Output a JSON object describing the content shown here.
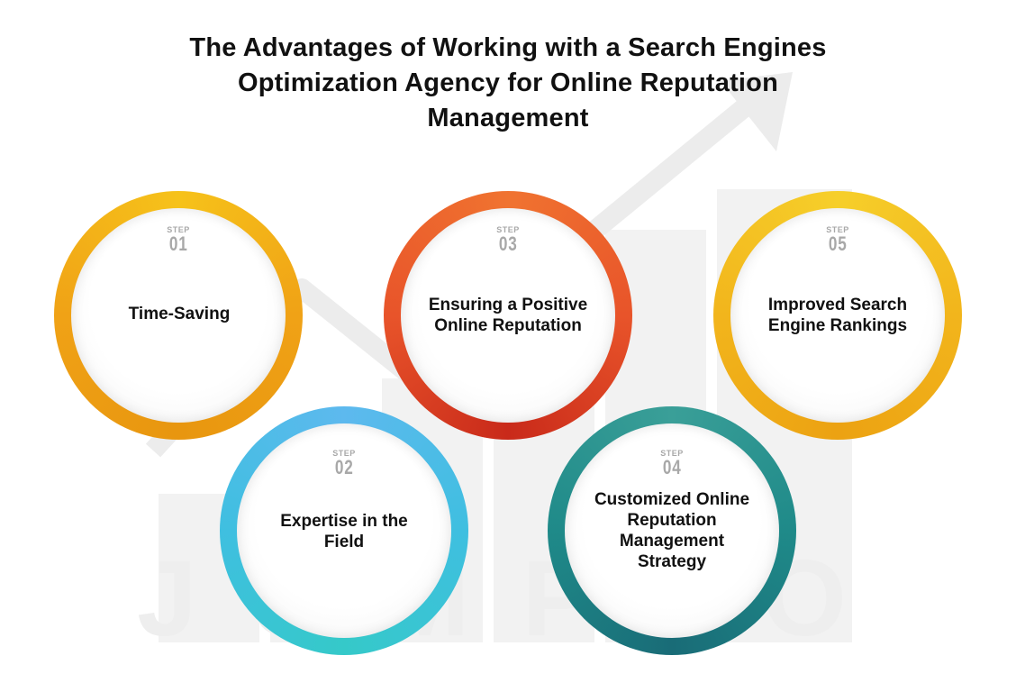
{
  "title": {
    "line1": "The Advantages of Working with a Search Engines",
    "line2": "Optimization Agency for Online Reputation",
    "line3": "Management"
  },
  "watermark": "JUMPTO",
  "steps": [
    {
      "step_word": "STEP",
      "number": "01",
      "label": "Time-Saving",
      "color": "#f0a216"
    },
    {
      "step_word": "STEP",
      "number": "02",
      "label_line1": "Expertise in the",
      "label_line2": "Field",
      "color": "#3fbfe0"
    },
    {
      "step_word": "STEP",
      "number": "03",
      "label_line1": "Ensuring a Positive",
      "label_line2": "Online Reputation",
      "color": "#e8542a"
    },
    {
      "step_word": "STEP",
      "number": "04",
      "label_line1": "Customized Online",
      "label_line2": "Reputation",
      "label_line3": "Management",
      "label_line4": "Strategy",
      "color": "#1f8a89"
    },
    {
      "step_word": "STEP",
      "number": "05",
      "label_line1": "Improved Search",
      "label_line2": "Engine Rankings",
      "color": "#f2b51c"
    }
  ]
}
